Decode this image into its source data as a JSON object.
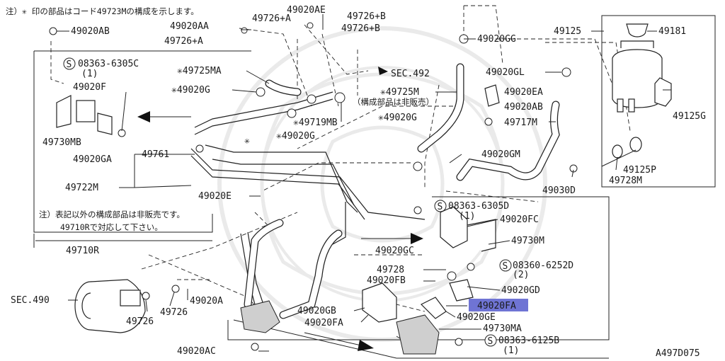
{
  "notes": {
    "top": "注）✳ 印の部品はコード49723Mの構成を示します。",
    "mid_line1": "注）表記以外の構成部品は非販売です。",
    "mid_line2": "49710Rで対応して下さい。",
    "not_sold": "（構成部品は非販売）"
  },
  "diagram_code": "A497D075",
  "highlight_color": "#6f74d4",
  "labels": [
    {
      "id": "l01",
      "text": "49020AB"
    },
    {
      "id": "l02",
      "text": "49020AE"
    },
    {
      "id": "l03",
      "text": "49726+B"
    },
    {
      "id": "l04",
      "text": "49020AA"
    },
    {
      "id": "l05",
      "text": "49726+A"
    },
    {
      "id": "l06",
      "text": "49726+B"
    },
    {
      "id": "l07",
      "text": "49726+A"
    },
    {
      "id": "l08",
      "text": "49020GG"
    },
    {
      "id": "l09",
      "text": "49125"
    },
    {
      "id": "l10",
      "text": "49181"
    },
    {
      "id": "l11",
      "text": "08363-6305C"
    },
    {
      "id": "l12",
      "text": "(1)"
    },
    {
      "id": "l13",
      "text": "SEC.492"
    },
    {
      "id": "l14",
      "text": "✳49725MA"
    },
    {
      "id": "l15",
      "text": "49020GL"
    },
    {
      "id": "l16",
      "text": "49020F"
    },
    {
      "id": "l17",
      "text": "✳49020G"
    },
    {
      "id": "l18",
      "text": "✳49725M"
    },
    {
      "id": "l19",
      "text": "49020EA"
    },
    {
      "id": "l20",
      "text": "49020AB"
    },
    {
      "id": "l21",
      "text": "49125G"
    },
    {
      "id": "l22",
      "text": "✳49719MB"
    },
    {
      "id": "l23",
      "text": "✳49020G"
    },
    {
      "id": "l24",
      "text": "49717M"
    },
    {
      "id": "l25",
      "text": "49730MB"
    },
    {
      "id": "l26",
      "text": "✳49020G"
    },
    {
      "id": "l27",
      "text": "✳"
    },
    {
      "id": "l28",
      "text": "49020GA"
    },
    {
      "id": "l29",
      "text": "49761"
    },
    {
      "id": "l30",
      "text": "49020GM"
    },
    {
      "id": "l31",
      "text": "49125P"
    },
    {
      "id": "l32",
      "text": "49728M"
    },
    {
      "id": "l33",
      "text": "49722M"
    },
    {
      "id": "l34",
      "text": "49030D"
    },
    {
      "id": "l35",
      "text": "49020E"
    },
    {
      "id": "l36",
      "text": "08363-6305D"
    },
    {
      "id": "l37",
      "text": "(1)"
    },
    {
      "id": "l38",
      "text": "49020FC"
    },
    {
      "id": "l39",
      "text": "49730M"
    },
    {
      "id": "l40",
      "text": "49710R"
    },
    {
      "id": "l41",
      "text": "49020GC"
    },
    {
      "id": "l42",
      "text": "49728"
    },
    {
      "id": "l43",
      "text": "08360-6252D"
    },
    {
      "id": "l44",
      "text": "(2)"
    },
    {
      "id": "l45",
      "text": "49020FB"
    },
    {
      "id": "l46",
      "text": "49020GD"
    },
    {
      "id": "l47",
      "text": "SEC.490"
    },
    {
      "id": "l48",
      "text": "49020A"
    },
    {
      "id": "l49",
      "text": "49726"
    },
    {
      "id": "l50",
      "text": "49726"
    },
    {
      "id": "l51",
      "text": "49020GB"
    },
    {
      "id": "l52",
      "text": "49020FA"
    },
    {
      "id": "l53",
      "text": "49020GE"
    },
    {
      "id": "l54",
      "text": "49730MA"
    },
    {
      "id": "l55",
      "text": "49020AC"
    },
    {
      "id": "l56",
      "text": "08363-6125B"
    },
    {
      "id": "l57",
      "text": "(1)"
    },
    {
      "id": "l58",
      "text": "49020FA"
    }
  ],
  "circled_prefix": "S"
}
